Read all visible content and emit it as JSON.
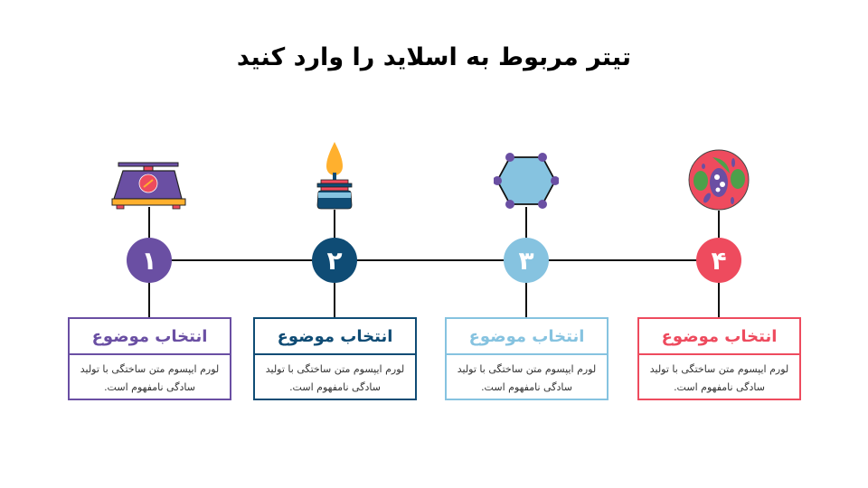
{
  "title": "تیتر مربوط به اسلاید را وارد کنید",
  "steps": [
    {
      "number": "۱",
      "heading": "انتخاب موضوع",
      "text": "لورم ایپسوم متن ساختگی با تولید سادگی نامفهوم است.",
      "color": "#6a4fa3",
      "icon": "scale-icon"
    },
    {
      "number": "۲",
      "heading": "انتخاب موضوع",
      "text": "لورم ایپسوم متن ساختگی با تولید سادگی نامفهوم است.",
      "color": "#0f4c75",
      "icon": "burner-icon"
    },
    {
      "number": "۳",
      "heading": "انتخاب موضوع",
      "text": "لورم ایپسوم متن ساختگی با تولید سادگی نامفهوم است.",
      "color": "#86c3e0",
      "icon": "hexagon-molecule-icon"
    },
    {
      "number": "۴",
      "heading": "انتخاب موضوع",
      "text": "لورم ایپسوم متن ساختگی با تولید سادگی نامفهوم است.",
      "color": "#ee4b5e",
      "icon": "cell-icon"
    }
  ]
}
